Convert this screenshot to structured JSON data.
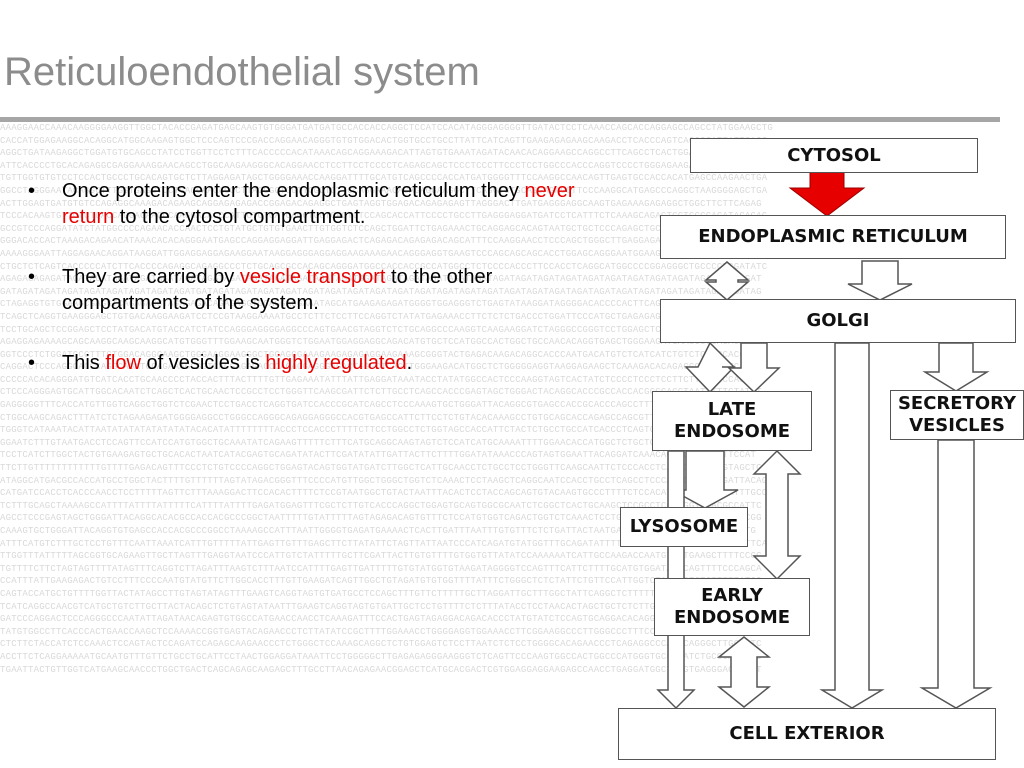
{
  "slide": {
    "title": "Reticuloendothelial system",
    "bullets": [
      {
        "parts": [
          {
            "text": "Once proteins enter the endoplasmic reticulum they ",
            "color": ""
          },
          {
            "text": "never return",
            "color": "red"
          },
          {
            "text": " to the cytosol compartment.",
            "color": ""
          }
        ]
      },
      {
        "parts": [
          {
            "text": "They are carried by ",
            "color": ""
          },
          {
            "text": "vesicle transport",
            "color": "red"
          },
          {
            "text": " to the other compartments of the system.",
            "color": ""
          }
        ]
      },
      {
        "parts": [
          {
            "text": "This ",
            "color": ""
          },
          {
            "text": "flow",
            "color": "red"
          },
          {
            "text": " of vesicles is ",
            "color": ""
          },
          {
            "text": "highly regulated",
            "color": "red"
          },
          {
            "text": ".",
            "color": ""
          }
        ]
      }
    ]
  },
  "diagram": {
    "boxes": {
      "cytosol": "CYTOSOL",
      "er": "ENDOPLASMIC RETICULUM",
      "golgi": "GOLGI",
      "late_endosome_1": "LATE",
      "late_endosome_2": "ENDOSOME",
      "secretory_1": "SECRETORY",
      "secretory_2": "VESICLES",
      "lysosome": "LYSOSOME",
      "early_endosome_1": "EARLY",
      "early_endosome_2": "ENDOSOME",
      "cell_exterior": "CELL EXTERIOR"
    },
    "colors": {
      "one_way_arrow": "#e60000",
      "vesicle_arrow": "#ffffff",
      "outline": "#555555",
      "accent_text": "#e60000",
      "title_text": "#8c8c8c"
    }
  },
  "background": {
    "dna_fragments": [
      "AAAGGAACCAAACAAGGGGAAGGTTGGCTACACCGAGATGAGCAAGTGTGGGATGATGATGCCACCACCAGGCTCCATCCACATAGGGAGGGGTTGATACTCCTCAAACCAGCACCAGGAGCCAGCCTATGGAAGCTG",
      "CACCATGGAGAAGGCACAGGCATGGCAAGAGTGGCTCCCAGTCCCGACCAGGAACAGGGTGTGTGGACACTGGTGCCTGCCTTATTCATCAGTTGAAGAGAGAAGCAAGACCTCACCCAGTCACCCCATTATTGACC",
      "AGGCTGATAAGAGGCTGGATGTGCAGCCTATCCTGGTTCCTCTTTCACCCCCACATAAACAGCAGGAAAGACATTAGTGTGAAATAGATACAACACAGGAAGCCAGGCCTTCAGCCTCACTGGATGAACCCAGGAGC",
      "ATTCACCCCTGCACAGAGGCGAGGAAAGGAACAGCCTGGCAAGAAGGGCACAGGAACCTCCTTCCTCCCCTCAGAGCAGCTCCCTCCCTTCCCTCCTGGCCCACCCAGGTCCCCTGGGAGAAGACAGTCATCCTGCAA",
      "TGTTGGTGTGTCCTCCACTGCCCTGCACAGTGCTCTTAGGAGATAGCTGGGGAAACCAAGGATTTTGCATGTCAGCCCCACCATGATGGGGTTTCCAAGGCCAACAGTTGAGTGCCACCACATGAGCCAAGAACTGA",
      "GGCCTAGGGAATACAGGCTTTGGTGAGGTCCTGAGCAAGAGGCTTAGGGCTGGTTGGCTCTTCCAGGAAACACAGAGGAAGGCTTCAGGTGTGCAGGAGAGCTTCCCAAGGCATGAGCCCAGGCTAAGGGGAGCTGA",
      "ACTTGGAGTGATGTGTCCAGAGGCAAAGACAGAAGCAGGAGAGAGACCGGAGACAGAGGCTGAGTAGGTGGAGACAGAGAGAGTTAGGGACTTGATGAGGGAGGCAAGTGAGAAAGAGAGGCTGGCTTCTTCAGAG",
      "TCCCACAAGTGTTCTCTCACCAGGAGAACCCAAGGACACCCATTCTCTCATCAGCTGGTCACTGTCCAGCACCATTCCCCTGCCTTGAGGGAGGATGATCCTCATTTCTCAAAGCAGAGTGCTGGGGAGATAGAGAG",
      "GCCGTCCCAGGATATCTATGGCCCCAGAACACCAACTCCTGTATGCTGTGTGAACTTGTGGTCTCCAGCTGGATTCTGAGAAACTGCAGGAGCACAGTAATGCTGCTCCCAGAGCTGCCCTCCAGGCTGAGCCCACA",
      "GGGACACCACTAAAGACAGAACATAAACACACAGGGAATGAGCCAGGAGGAGGATTGAGGAGACTCAGAGACAGAGAGACAGCATTTCCAAGGAACCTCCCAGCTGGGCTTGAGGAGAGGGAGTGGCTGAGAAAGAG",
      "AAAAGGGAATTAGGAGAACAGGATAAGGATTGGAGGAGGAGAAGGAATAAGGAGGGAGGAGGAAGAAAGAACAGGGAGGTGAAGTCCCAGCAGCAGCACCTGGAGCAGGGAATGGAAGAGAGAGGATAGAGAGATAG",
      "CTGCTCTCAGTCACCCCCATCTTCACCCCAGAGGCAGAGGCCCTCTGCAGCGCCACAGCAGGGATGGCCACCACCGCCATGGCCTCTCCCCACCCTTCCACCTCAGGCATGGCCCCGGAGGGCTGCCCCTGGATATC",
      "AGAGAGAGAGATAGATAGATAGATAGATAGATAGATAGATAGATAGATAGATAGATAGATAGATGGATAGATAGATAGATAGATAGATAGATAGATAGATAGATAGATAGATAGATAGATAGATAGATAGATAGAT",
      "GATAGATAGATAGATAGATAGATAGATAGATAGATGATAGATAGATAGATAGATAGATAGATAGATAGATAGATAGATAGATAGATAGATAGATAGATAGATAGATAGATAGATAGATAGATAGATAGATAGATAG",
      "CTAGAGGTGTGGAAGCGAGGTCAGAGACCTAGAGAGACAGAGAGGTGGAGGAGGAAATAGCATGAAGAGAGATGGGGTGGAGGGTCTGAGTATAAGGATAGGGGACACCCCACTTCAGAGTTAGGAAGGAGTGCTG",
      "TCAGCTCAGGTGAAGGGAGCTGTGACAAGGAAGATCCTCCGTAAGGAAAATGCCTCTTCTCCTTCCAGGTCTATATGAGAAACCTTCTCTCTGACCCTGGATTCCCATGCTGAGAGAGAGAGGTCAAGGTAGGGAA",
      "TCCTGCAGCTCCGGAGCTCCTATGACATGTACCATCTATCCAGGGAGGGGAGGCCCAGTGAACGTAGGTCTCTGCAGGCCCAAGGTCAAGAAGGATCTAGGGCCGGGTCCTGGAGCTCAACCCAAGCCCTGGCTCCT",
      "AGAGGAGAAAAGCAGCAAGGCAAGCAAGGCATGTGGGTTTGGAAGCAATGGGTCTGGAATGGAGGAGGCAGACATGTGCTCCATGGCCACTGGCTGCCAACACAGGTGAGCTGGGAAGATGAAGGGCCAGAGAGAG",
      "GGTCCCTCTGGATGCCTTTGTGGACAGGGAAGCTGGGAAGGAAGGGCTGGAGGGAAAGAAGAGAGAGGAAGAAAGCGGGTACTGAGACAAGACAGGCACCCAATGACATGTCTCATCATCTGTCTCAGCCACCCAAC",
      "CAGGACTCCCAGGCACCCAGGCAGATGGAGAAAGCGGTCAGGAGAGACCCAGAGGAGGGAGACTGGGCTCAGTTGGGAAGACATGGCTCTGGGGGAGGTAAGGAGAAGCTCAAAGACACAGAGGCAGGAATCAGCC",
      "CCCCCACACAGGGATGTCATCACCTGCAACCCCTACCACTTTACTTTTGTTGAGAAATATTTATTGAGGATAAATACCTATATGGCCACTCCCAAGGTAGTCACTATCTCCCCTCCCTCCTTCTTTGTCCCAGAA",
      "CTCCCAGGGAGTGCATTGGCACAATCTCAGCTCACTGCAACTCCGCCTCCTGGGTTCAAGCGATTCTCTTGCCTCAGCCACCCGAGTAGCTGGGACTACAGGCACCCGCCACCACGCCCAGCTAATTTTTGTATTT",
      "GAGGGGGTTTCACCATGTTGGTCAGGCTGGTCTCGAACTCCTGACCTCAGGTGATCCACCCGCATCAGCCTCCCAAAGTGCTGGGATTACAGGCGTGAGCCACCGCACCCAGCCTTTGTTTTTAACTTTCCAGAAG",
      "CTGGCAAGCAGACTTTATCTCTAGAAGAGATGGGGAGGCCTGGGCCAGGGCAGAGGAGGGCCACGTGAGCCATTCTTCCTCTGTACACAAAGCCTGTGCAGCACCAGAGCCAGCGTTCCACAGACCTTTCTACCA",
      "TGGGTCATAAATACATTAATATATATATATATATACACATATTTTTTTTACCCTCCACCCTTTTCTTCCTGGCCTCTGGTAGCCACCATTCTACTCTGCCTGCCATCACCCTCAGTCTAGCCCTCCTCCTCCTTGG",
      "GGAATCTTTGTAATGACCTCCAGTTCCATCCATGTGGCTGCAAATATCAGAAGTTTTTCTTTCATGCAGGCAAGTAGTCTCCATCATGCAAAATTTTGGAACACCATGGCTCTGCTGGCCTGCACCTCCAGACAC",
      "TCCTCATCTTGGCTACTGTGAAGAGTGCTGCACACTAATCATACGAGTGCAGATATACTTCGATATATTGATTACTTCTTTTGGATATAAACCCAGTAGTGGAATTACAGGATCAAACAGTAGTCTCTATTCCAT",
      "TTCTTGTTTTTTTTTTTTGTTTTGAGACAGTTTCCCTCTGTCCCCAGGCTGGAGTACAGTGGTATGATCTTGGCTCATTGCAACCTCTGCCTCCTGGGTTCAAGCAATTCTCCCACCTCAGCCTCCTGAGTAGCTG",
      "ATAGGCATGACGCCACCATGCCTGGCTACTTTTGTTTTTTAGTATAGACGGGTTTCCCCATGTTGGCTGGGCTGGTCTCAAACTCCTAAGCTCAGGCAATCCACCTGCCTCAGCCTCCCAAAGTGCTGGGATTACAG",
      "CATGATCCACCTCACCCAACCTCCTTTTTAGTTCTTTAAAGGACTTCCACACTTTTCTCCGTAATGGCTGTACTAATTTACACTCCTACCAGCAGTGTACAAGTGCCCTTTTCTCCACATCCTTGCCAGCATTTGCC",
      "TCTTTGCAGCTAAAAGCCATTTTATTTTATTTTTCATTTTATTTTGAGATGGAGTTTCGCTCTTGTCACCCAGGCTGGAGTGCAGTGGCGCAATCTCGGCTCACTGCAAGCTCCGCCTCCTGGGTTCACGCCATTC",
      "AGCCTCCCGAGTAGCTGGGATTACAGGCACACGCCACCACGCCCGGCTAATTTTTGTATTTTTAGTAGAGACAGTGTTTCTCCATGTGGTCAGACTGGTCTCAAACTCCTGACCTCAGGTGATCCACCCGCCTCGG",
      "CAAAGTGCTGGGATTACAGGTGTGAGCCACCACGCCCGGCCTAAAAGCCATTTAATTGGGGTGAGATGAAAACTCACTTGATTTAATTTGTGTTTCTCTGATTACTAATGATGTGAGCATCTTTTCATGTGCTTG",
      "ATTTCATGTCTTTGCTCCTGTTTCAATTAAATCATTTGTTTTTATTGAGTTGTTTGAGCTTCTTATATTCTAGTTATTAATCCCATCAGATGTATGGTTTGCAGATATTTTCTCCCATTCTGTGGGTTGTCTTTTCA",
      "TTGGTTTATTTTTAGCGGTGCAGAAGTTGCTTAGTTTGAGGTAATCCCATTGTCTATTTTTGCTTCGATTACTTGTGTTTTGTGGTGTTATATCCAAAAAATCATTGCCAAGACCAATGTCATGAAGCTTTTCCCC",
      "TGTTTTCTTCTAGTAGTTTTATAGTTTCAGGTCTTAGATTTAAGTCTTTAATCCATTTTGAGTTGATTTTTGTGTATGGTGTAAGATAGGGGTCCAGTTTCATTCTTTTGCATGTGGATATCCAGTTTTCCCAGCA",
      "CCATTTATTGAAGAGACTGTCCTTTCCCCAATGTATGTTCTTGGCACCTTTGTTGAAGATCAGTTGGCTGTAGATGTGTGGTTTTATTTCTGGGCTCTCTATTCTGTTCCATTGGTCTATGTGTCTGTTTTTATGC",
      "CAGTACCATGCTGTTTTGGTTACTATAGCCTTGTAGTATAGTTTGAAGTCAGGTAGTGTGATGCCTCCAGCTTTGTTCTTTTTGCTTAGGATTGCTTTGGCTATTCAGGCTCTTTTTTGGTTCCATATGAATTTTA",
      "TCATCAGGCCAACGTCATGCTGTCTTGCTTACTACAGCTCTGTAGTATAATTTGAAGTCAGGTAGTGTGATTGCTCCTGTTTTCTCTTTATACCTCCTAACACTAGCTGCTCTCTTGCTGAACAAAGAGTTCACAG",
      "GATCCCAGGACTCCCAGGGCCCAATATTAGATAACAGAGTGTGGCCATGAACCAACCTCAAAGATTTCCACTGAGTAGAGGACAGACACCCTATGTATCTCCAGTGCAGGACACAGGTGGCCTAGGTGACAGTAT",
      "TATGTGGCCTTCACCCACTGAACCAAGCTCCAAAACCGGTGAGTACAGAACCCTCTTATATCCGCTTTTGGAAACCTGGGGAGGTGGAAACCTTCGGAAGGCCCTTGGGCCCTTTCCCCATTTCCTCAAAGAGGCC",
      "CTCTTCTACCATCTCCAAACTCCAGTACTCCAGATCCAGAGCAAGAACCCTCTGGGCTCCAAAGCAGGCTCTGTGGAGTCTCCTTAATCTCTCCTGGGGCACAGAACCCTCAGAGGCCCAGGCAGGGCTTGGGATC",
      "ACCTTCTCAGGAAAAATGCAATGTTTGTTCTGCCTGCATTCCTAACTGGAGGATAAATTCCTGGGGGCTTGAGAGAGGGAAGGGTCTCAGTTCCCAAGTGGCCACTGGCCCATGGGTGCCTCATCTGCCCAGTGTC",
      "TGAATTACTGTTGGTCATGAAGCAACCCTGGCTGACTCAGCAGAGCAAGAGCTTTGCCTTAACAGAGAACGGAGCTCATGCACGACTCGTGGAGGAGGAAGAGCCAACCTGAGGATGGCTGGGTGAGGGAGGACCT"
    ]
  }
}
